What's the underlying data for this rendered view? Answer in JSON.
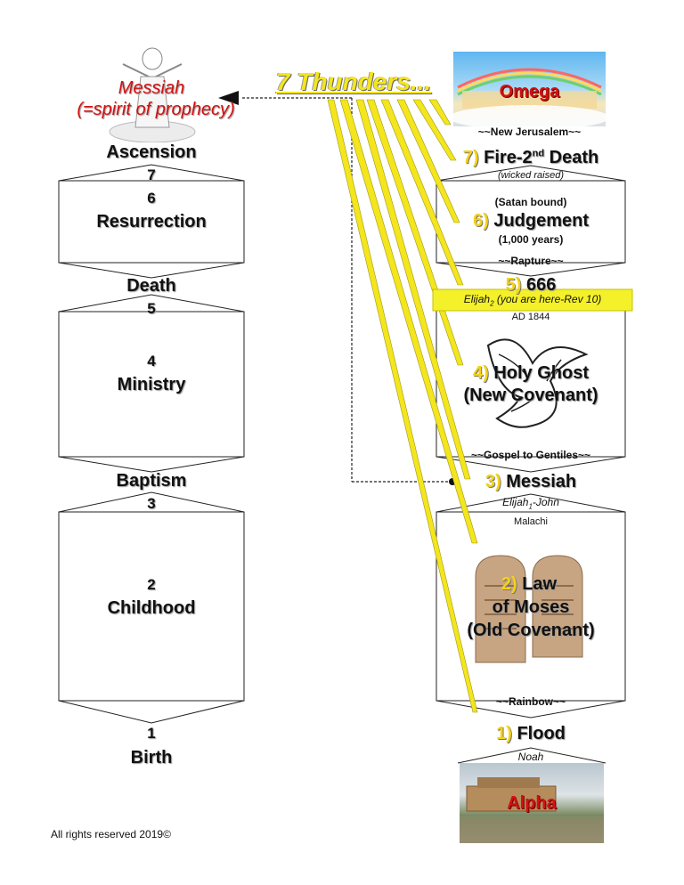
{
  "title": "7 Thunders...",
  "left": {
    "messiah": "Messiah",
    "prophecy": "(=spirit of prophecy)",
    "ascension": "Ascension",
    "n7": "7",
    "n6": "6",
    "resurrection": "Resurrection",
    "death": "Death",
    "n5": "5",
    "n4": "4",
    "ministry": "Ministry",
    "baptism": "Baptism",
    "n3": "3",
    "n2": "2",
    "childhood": "Childhood",
    "n1": "1",
    "birth": "Birth"
  },
  "right": {
    "omega": "Omega",
    "new_jerusalem": "~~New Jerusalem~~",
    "s7_num": "7)",
    "s7_text": "Fire-2",
    "s7_sup": "nd",
    "s7_rest": "Death",
    "wicked": "(wicked raised)",
    "satan": "(Satan bound)",
    "s6_num": "6)",
    "s6_text": "Judgement",
    "thousand": "(1,000 years)",
    "rapture": "~~Rapture~~",
    "s5_num": "5)",
    "s5_text": "666",
    "elijah2": "Elijah",
    "elijah2_sub": "2",
    "elijah2_rest": " (you are here-Rev 10)",
    "ad1844": "AD 1844",
    "s4_num": "4)",
    "s4_text": "Holy Ghost",
    "new_covenant": "(New Covenant)",
    "gospel": "~~Gospel to Gentiles~~",
    "s3_num": "3)",
    "s3_text": "Messiah",
    "elijah1": "Elijah",
    "elijah1_sub": "1",
    "elijah1_rest": "-John",
    "malachi": "Malachi",
    "s2_num": "2)",
    "s2_text": "Law",
    "of_moses": "of Moses",
    "old_covenant": "(Old Covenant)",
    "rainbow": "~~Rainbow~~",
    "s1_num": "1)",
    "s1_text": "Flood",
    "noah": "Noah",
    "alpha": "Alpha"
  },
  "footer": "All rights reserved 2019©",
  "colors": {
    "yellow": "#f4e51c",
    "red": "#d21111",
    "gray": "#888888"
  }
}
